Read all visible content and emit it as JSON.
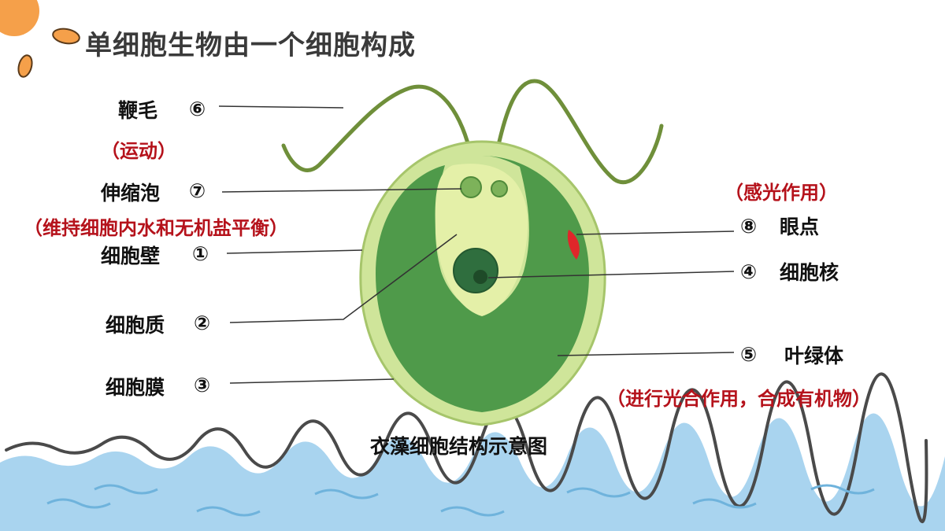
{
  "title": "单细胞生物由一个细胞构成",
  "caption": "衣藻细胞结构示意图",
  "labels": {
    "flagellum": {
      "text": "鞭毛",
      "num": "⑥",
      "function": "（运动）"
    },
    "contractile_vacuole": {
      "text": "伸缩泡",
      "num": "⑦",
      "function": "（维持细胞内水和无机盐平衡）"
    },
    "cell_wall": {
      "text": "细胞壁",
      "num": "①"
    },
    "cytoplasm": {
      "text": "细胞质",
      "num": "②"
    },
    "cell_membrane": {
      "text": "细胞膜",
      "num": "③"
    },
    "eyespot": {
      "text": "眼点",
      "num": "⑧",
      "function": "（感光作用）"
    },
    "nucleus": {
      "text": "细胞核",
      "num": "④"
    },
    "chloroplast": {
      "text": "叶绿体",
      "num": "⑤",
      "function": "（进行光合作用，合成有机物）"
    }
  },
  "colors": {
    "cell_wall": "#cfe59a",
    "chloroplast": "#4f9a4a",
    "cytoplasm": "#e4f0a8",
    "nucleus": "#2f6e3e",
    "eyespot": "#e0262a",
    "water": "#a9d4ef",
    "accent_red": "#b5121b",
    "sun": "#f5a04a"
  }
}
